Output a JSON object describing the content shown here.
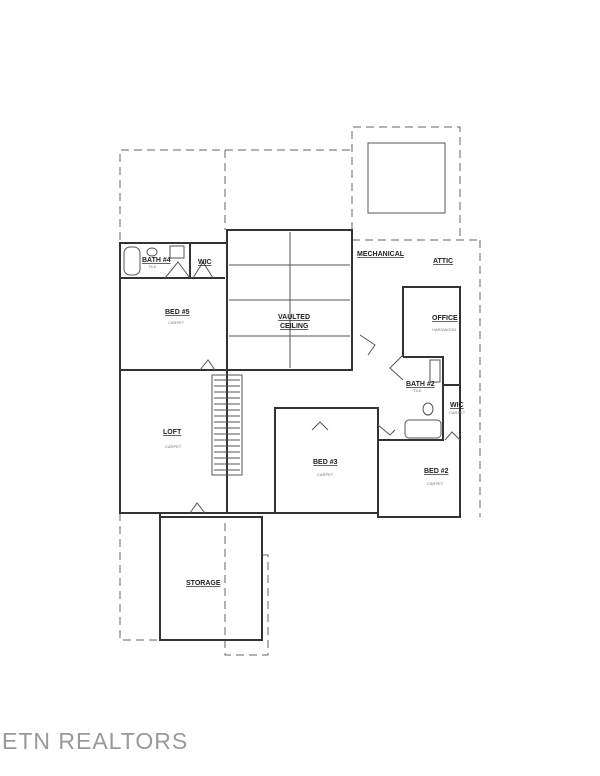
{
  "rooms": {
    "bath4": {
      "label": "BATH #4",
      "floor": "TILE"
    },
    "wic_left": {
      "label": "WIC"
    },
    "bed5": {
      "label": "BED #5",
      "floor": "CARPET"
    },
    "vaulted": {
      "label1": "VAULTED",
      "label2": "CEILING"
    },
    "mechanical": {
      "label": "MECHANICAL"
    },
    "attic": {
      "label": "ATTIC"
    },
    "office": {
      "label": "OFFICE",
      "floor": "HARDWOOD"
    },
    "bath2": {
      "label": "BATH #2",
      "floor": "TILE"
    },
    "wic_right": {
      "label": "WIC",
      "floor": "CARPET"
    },
    "loft": {
      "label": "LOFT",
      "floor": "CARPET"
    },
    "bed3": {
      "label": "BED #3",
      "floor": "CARPET"
    },
    "bed2": {
      "label": "BED #2",
      "floor": "CARPET"
    },
    "storage": {
      "label": "STORAGE"
    }
  },
  "watermark": "ETN REALTORS"
}
